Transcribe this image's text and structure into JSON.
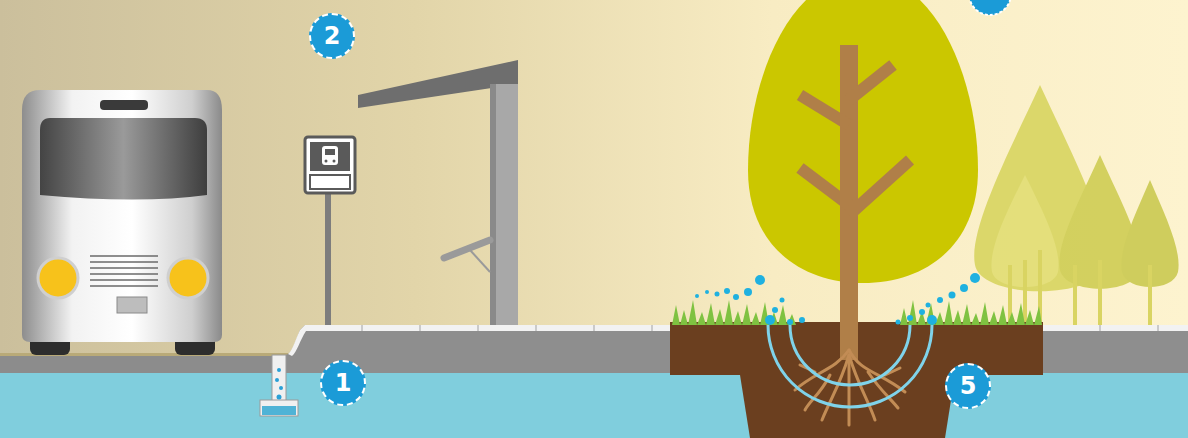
{
  "diagram": {
    "labels": [
      "2",
      "1",
      "5"
    ]
  }
}
